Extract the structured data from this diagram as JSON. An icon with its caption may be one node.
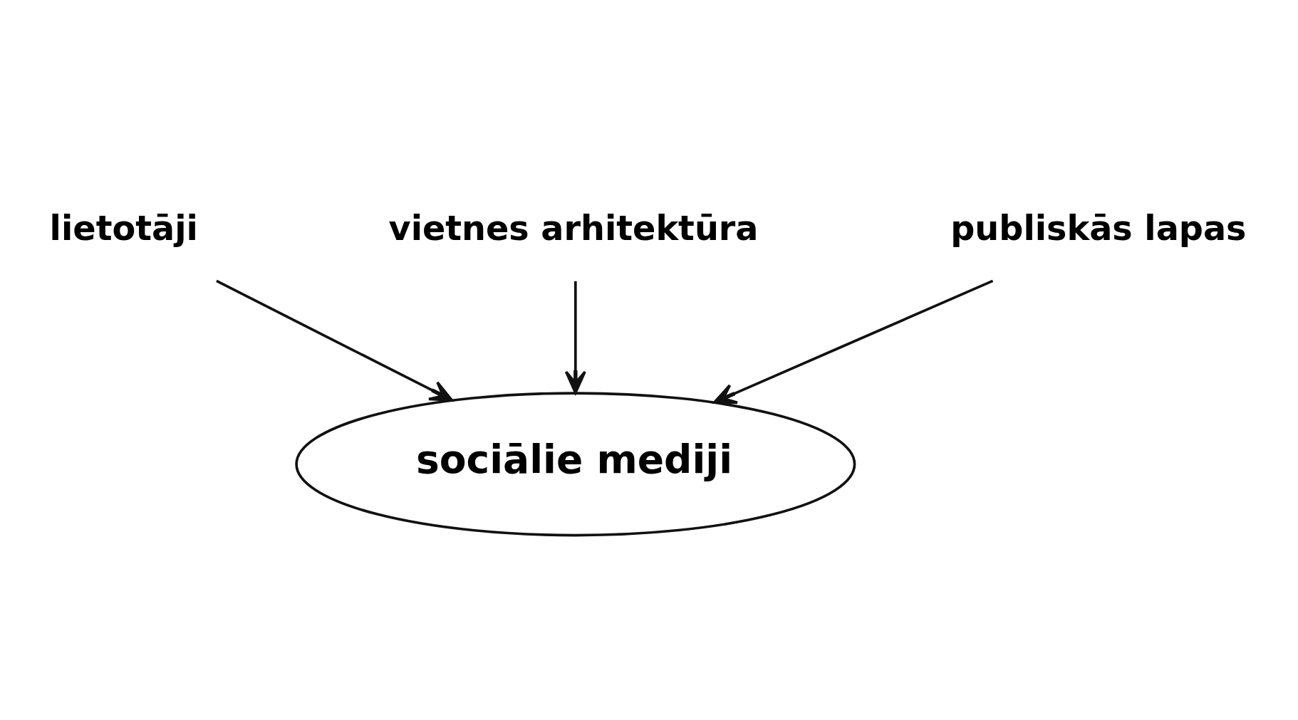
{
  "diagram": {
    "nodes": [
      {
        "text": [
          "sociālie mediji"
        ]
      },
      {
        "text": [
          "lietotāji"
        ]
      },
      {
        "text": [
          "vietnes arhitektūra"
        ]
      },
      {
        "text": [
          "publiskās lapas"
        ]
      }
    ],
    "edges": [
      {
        "from": 1,
        "to": 0,
        "arrow": "to"
      },
      {
        "from": 2,
        "to": 0,
        "arrow": "to"
      },
      {
        "from": 3,
        "to": 0,
        "arrow": "to"
      }
    ]
  }
}
